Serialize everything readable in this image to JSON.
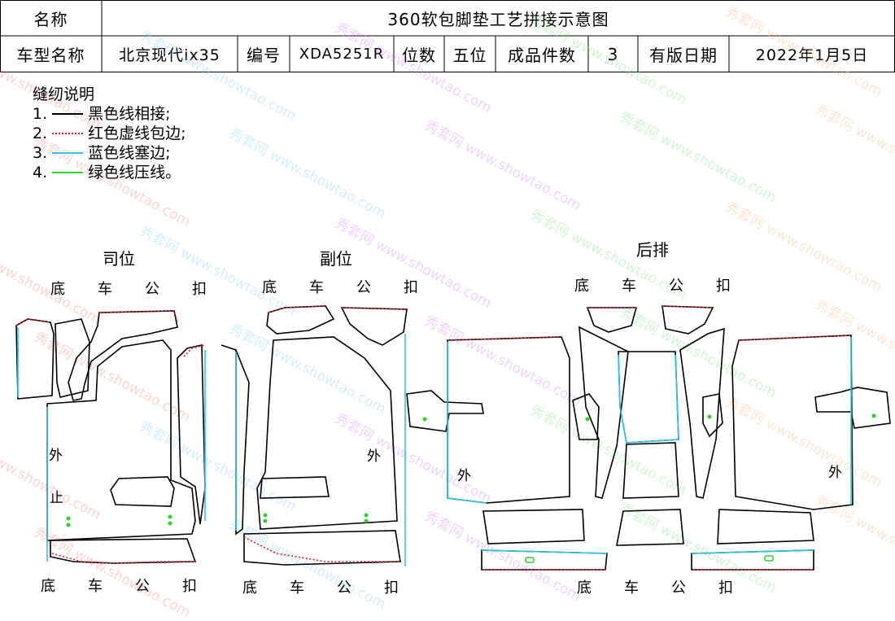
{
  "header": {
    "name_label": "名称",
    "title": "360软包脚垫工艺拼接示意图",
    "car_model_label": "车型名称",
    "car_model": "北京现代ix35",
    "code_label": "编号",
    "code": "XDA5251R",
    "seats_label": "位数",
    "seats": "五位",
    "pieces_label": "成品件数",
    "pieces": "3",
    "date_label": "有版日期",
    "date": "2022年1月5日"
  },
  "legend": {
    "title": "缝纫说明",
    "items": [
      {
        "num": "1.",
        "text": "黑色线相接;",
        "color": "#000000",
        "style": "solid"
      },
      {
        "num": "2.",
        "text": "红色虚线包边;",
        "color": "#e02020",
        "style": "dotted"
      },
      {
        "num": "3.",
        "text": "蓝色线塞边;",
        "color": "#30c8e0",
        "style": "solid"
      },
      {
        "num": "4.",
        "text": "绿色线压线。",
        "color": "#30d030",
        "style": "solid"
      }
    ]
  },
  "sections": {
    "driver": "司位",
    "passenger": "副位",
    "rear": "后排"
  },
  "edge_chars": [
    "底",
    "车",
    "公",
    "扣"
  ],
  "side_labels": {
    "outer": "外",
    "stop": "止"
  },
  "watermark": {
    "cn": "秀套网",
    "url": "www.showtao.com"
  },
  "colors": {
    "outline": "#000000",
    "binding": "#e02020",
    "tuck": "#30c8e0",
    "press": "#30d030"
  }
}
